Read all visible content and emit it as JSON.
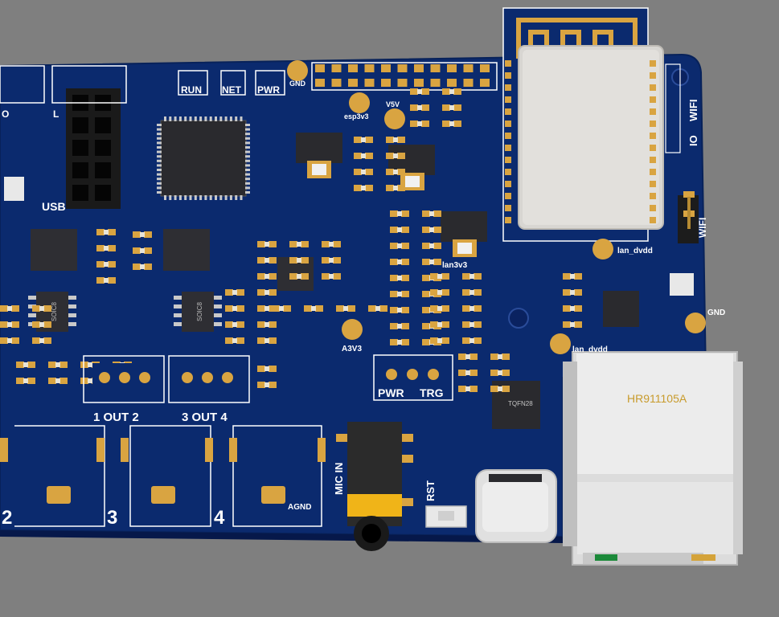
{
  "colors": {
    "background": "#7f7f7f",
    "board": "#0b2a6e",
    "board_edge": "#08225a",
    "silkscreen": "#ffffff",
    "pad": "#d9a441",
    "ic": "#2a2a2e"
  },
  "labels": {
    "run": "RUN",
    "net": "NET",
    "pwr_led": "PWR",
    "gnd_top": "GND",
    "v5v": "V5V",
    "esp3v3": "esp3v3",
    "io": "IO",
    "wifi": "WIFI",
    "wifi_header": "WIFI",
    "lan_dvdd_top": "lan_dvdd",
    "lan_dvdd_bottom": "lan_dvdd",
    "lan3v3": "lan3v3",
    "gnd_right": "GND",
    "a3v3": "A3V3",
    "usb": "USB",
    "pwr_trg_pwr": "PWR",
    "pwr_trg_trg": "TRG",
    "out12": "1  OUT  2",
    "out34": "3  OUT  4",
    "mic_in": "MIC IN",
    "rst": "RST",
    "agnd": "AGND",
    "ch2": "2",
    "ch3": "3",
    "ch4": "4",
    "rj45_part": "HR911105A",
    "chip_soic_left": "SOIC8",
    "chip_soic_mid": "SOIC8",
    "chip_eth": "TQFN28",
    "left_edge_l": "L",
    "left_edge_o": "O"
  }
}
